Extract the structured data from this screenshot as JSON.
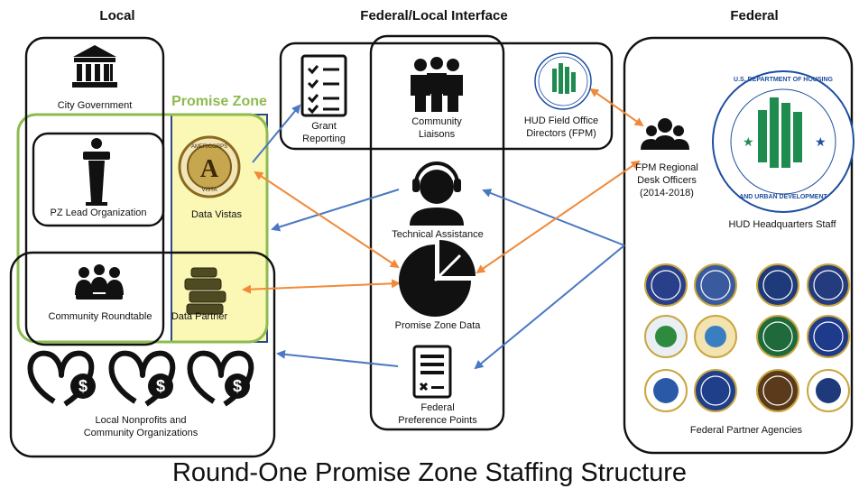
{
  "headers": {
    "local": "Local",
    "interface": "Federal/Local Interface",
    "federal": "Federal",
    "promise_zone": "Promise Zone"
  },
  "local": {
    "city_government": "City Government",
    "pz_lead": "PZ Lead Organization",
    "community_roundtable": "Community Roundtable",
    "nonprofits_line1": "Local Nonprofits and",
    "nonprofits_line2": "Community Organizations"
  },
  "promise_zone": {
    "data_vistas": "Data Vistas",
    "data_partner": "Data Partner",
    "seal_top": "AMERICORPS",
    "seal_bottom": "VISTA"
  },
  "interface": {
    "grant_reporting_line1": "Grant",
    "grant_reporting_line2": "Reporting",
    "community_liaisons_line1": "Community",
    "community_liaisons_line2": "Liaisons",
    "hud_field_line1": "HUD Field Office",
    "hud_field_line2": "Directors (FPM)",
    "technical_assistance": "Technical Assistance",
    "promise_zone_data": "Promise Zone Data",
    "federal_pref_line1": "Federal",
    "federal_pref_line2": "Preference Points"
  },
  "federal": {
    "fpm_desk_line1": "FPM Regional",
    "fpm_desk_line2": "Desk Officers",
    "fpm_desk_line3": "(2014-2018)",
    "hud_hq": "HUD Headquarters Staff",
    "partner_agencies": "Federal Partner Agencies",
    "hud_seal_top": "U.S. DEPARTMENT OF HOUSING",
    "hud_seal_bottom": "AND URBAN DEVELOPMENT"
  },
  "footer_title": "Round-One Promise Zone Staffing Structure",
  "colors": {
    "orange_arrow": "#f08a3a",
    "blue_arrow": "#4a78c2",
    "green_border": "#8dbb4f",
    "yellow_fill": "#fbf7b4",
    "navy_border": "#2e4a86",
    "hud_green": "#1f8c4f",
    "hud_blue": "#1d4ea0"
  }
}
